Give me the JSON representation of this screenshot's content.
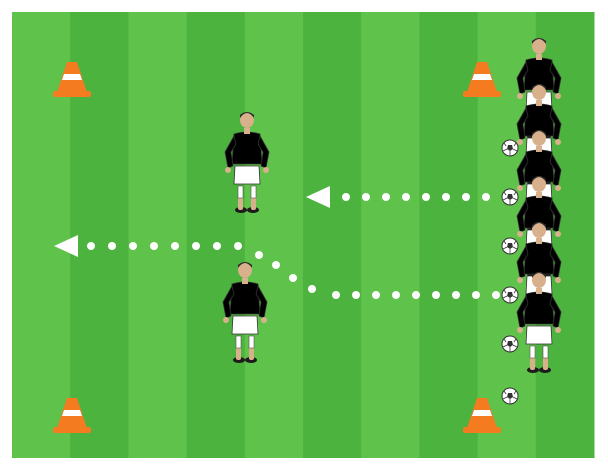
{
  "diagram": {
    "colors": {
      "frame": "#ffffff",
      "grass_light": "#5fc24a",
      "grass_dark": "#4cb33e",
      "cone": "#f47b20",
      "cone_stripe": "#ffffff",
      "path_dot": "#ffffff",
      "attacker_shirt": "#7fb3e0",
      "defender_shirt": "#f2e01b",
      "shorts": "#ffffff",
      "skin": "#d9b08c",
      "hair": "#2a2a2a",
      "ball": "#ffffff"
    },
    "stripes": 10,
    "cones": 4,
    "attackers": 6,
    "balls": 6,
    "defenders": 2,
    "passing_lanes": 2
  }
}
